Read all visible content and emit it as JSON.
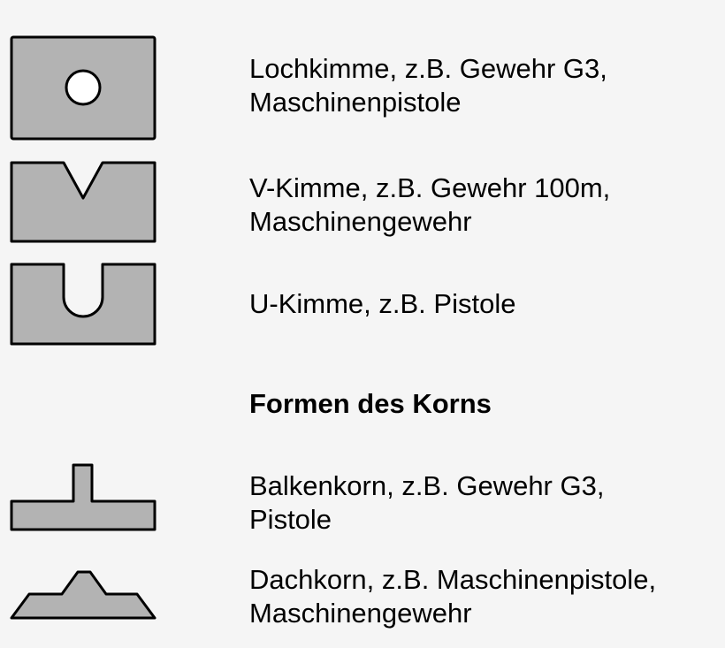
{
  "items": [
    {
      "icon": "rear-sight-aperture-icon",
      "line1": "Lochkimme, z.B. Gewehr G3,",
      "line2": "Maschinenpistole"
    },
    {
      "icon": "rear-sight-v-notch-icon",
      "line1": "V-Kimme, z.B. Gewehr 100m,",
      "line2": "Maschinengewehr"
    },
    {
      "icon": "rear-sight-u-notch-icon",
      "line1": "U-Kimme, z.B. Pistole",
      "line2": ""
    },
    {
      "icon": "front-sight-post-icon",
      "line1": "Balkenkorn, z.B. Gewehr G3,",
      "line2": "Pistole"
    },
    {
      "icon": "front-sight-roof-icon",
      "line1": "Dachkorn, z.B. Maschinenpistole,",
      "line2": "Maschinengewehr"
    }
  ],
  "heading": "Formen des Korns",
  "colors": {
    "background": "#f5f5f5",
    "shape_fill": "#b3b3b3",
    "stroke": "#000000",
    "aperture_fill": "#ffffff"
  }
}
